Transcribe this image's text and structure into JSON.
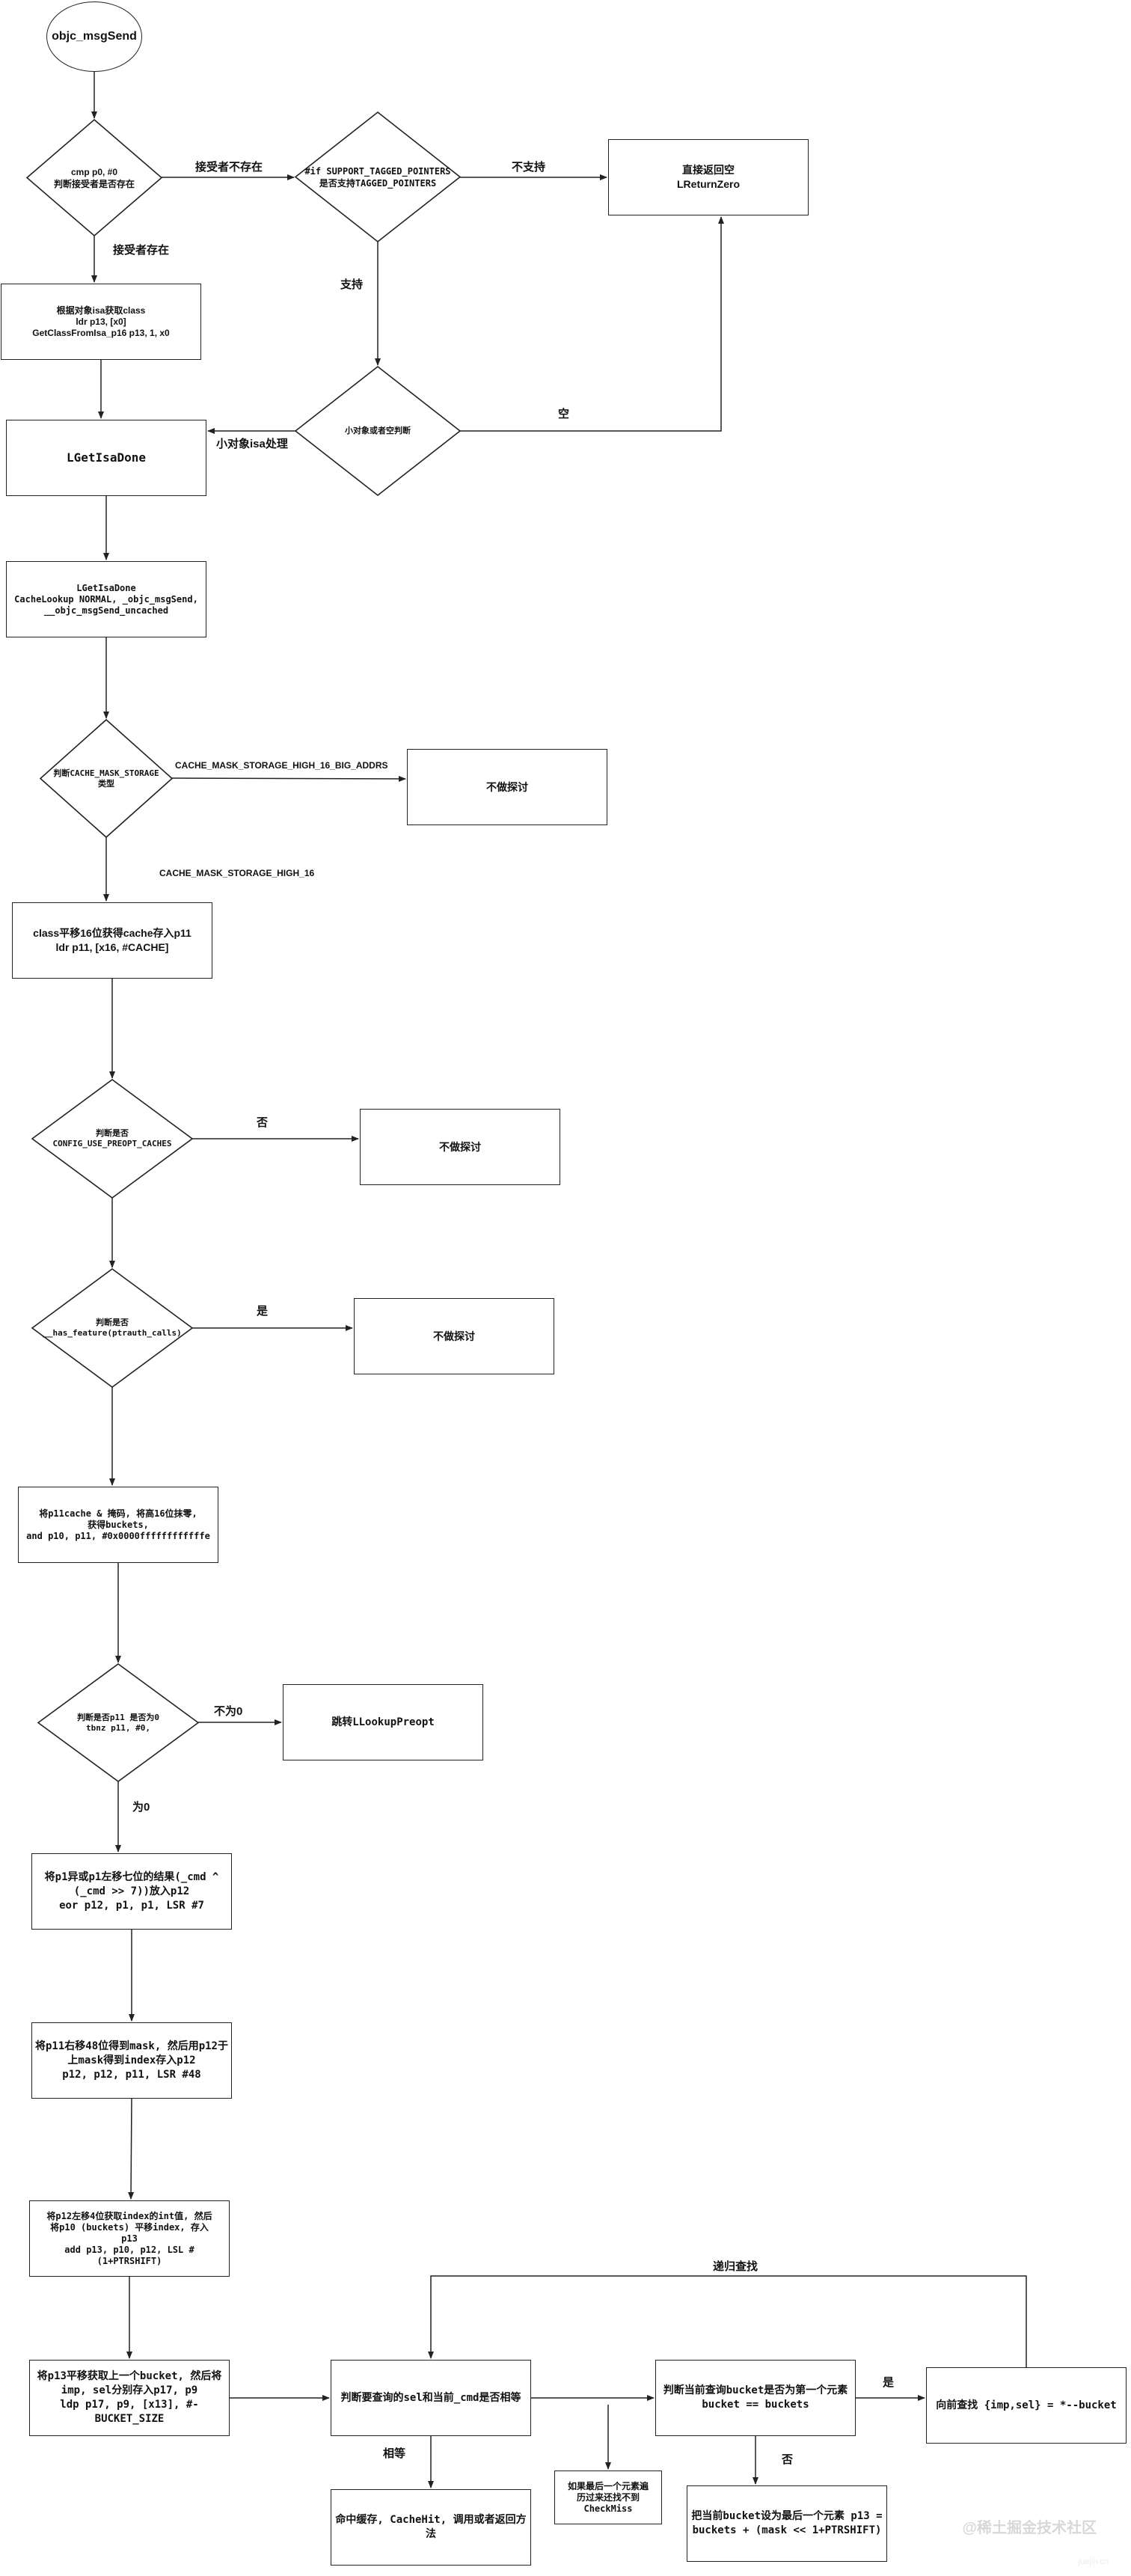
{
  "nodes": {
    "start": [
      "objc_msgSend"
    ],
    "d_receiver": [
      "cmp p0, #0",
      "判断接受者是否存在"
    ],
    "d_tagged": [
      "#if SUPPORT_TAGGED_POINTERS",
      "是否支持TAGGED_POINTERS"
    ],
    "ret_zero": [
      "直接返回空",
      "LReturnZero"
    ],
    "get_class": [
      "根据对象isa获取class",
      "ldr p13, [x0]",
      "GetClassFromIsa_p16 p13, 1, x0"
    ],
    "d_small": [
      "小对象或者空判断"
    ],
    "isa_done1": [
      "LGetIsaDone"
    ],
    "isa_done2": [
      "LGetIsaDone",
      "CacheLookup NORMAL, _objc_msgSend,",
      "__objc_msgSend_uncached"
    ],
    "d_mask": [
      "判断CACHE_MASK_STORAGE",
      "类型"
    ],
    "no_explore1": [
      "不做探讨"
    ],
    "class_shift": [
      "class平移16位获得cache存入p11",
      "ldr p11, [x16, #CACHE]"
    ],
    "d_preopt": [
      "判断是否",
      "CONFIG_USE_PREOPT_CACHES"
    ],
    "no_explore2": [
      "不做探讨"
    ],
    "d_ptrauth": [
      "判断是否",
      "__has_feature(ptrauth_calls)"
    ],
    "no_explore3": [
      "不做探讨"
    ],
    "buckets": [
      "将p11cache & 掩码, 将高16位抹零,",
      "获得buckets,",
      "and p10, p11, #0x0000ffffffffffffe"
    ],
    "d_p11zero": [
      "判断是否p11 是否为0",
      "tbnz p11, #0,"
    ],
    "lookup_preopt": [
      "跳转LLookupPreopt"
    ],
    "p12_sel": [
      "将p1异或p1左移七位的结果(_cmd ^",
      "(_cmd >> 7))放入p12",
      "eor p12, p1, p1, LSR #7"
    ],
    "p12_mask": [
      "将p11右移48位得到mask, 然后用p12于",
      "上mask得到index存入p12",
      "p12, p12, p11, LSR #48"
    ],
    "p13_index": [
      "将p12左移4位获取index的int值, 然后",
      "将p10 (buckets) 平移index, 存入",
      "p13",
      "add p13, p10, p12, LSL #",
      "(1+PTRSHIFT)"
    ],
    "ldp": [
      "将p13平移获取上一个bucket, 然后将",
      "imp, sel分别存入p17, p9",
      "ldp p17, p9, [x13], #-",
      "BUCKET_SIZE"
    ],
    "cmp_sel": [
      "判断要查询的sel和当前_cmd是否相等"
    ],
    "cache_hit": [
      "命中缓存, CacheHit, 调用或者返回方",
      "法"
    ],
    "first_bucket": [
      "判断当前查询bucket是否为第一个元素",
      "bucket == buckets"
    ],
    "checkmiss": [
      "如果最后一个元素遍",
      "历过来还找不到",
      "CheckMiss"
    ],
    "last_bucket": [
      "把当前bucket设为最后一个元素 p13 =",
      "buckets + (mask << 1+PTRSHIFT)"
    ],
    "forward": [
      "向前查找 {imp,sel} = *--bucket"
    ]
  },
  "edge_labels": {
    "receiver_missing": "接受者不存在",
    "receiver_exists": "接受者存在",
    "not_supported": "不支持",
    "supported": "支持",
    "empty": "空",
    "small_object": "小对象isa处理",
    "high16_big_addrs": "CACHE_MASK_STORAGE_HIGH_16_BIG_ADDRS",
    "high16": "CACHE_MASK_STORAGE_HIGH_16",
    "no": "否",
    "yes_ptrauth": "是",
    "not_zero": "不为0",
    "is_zero": "为0",
    "equal": "相等",
    "recursive": "递归查找",
    "yes_first": "是",
    "no_first": "否"
  },
  "watermark": "@稀土掘金技术社区",
  "watermark_sub": "juejin.cn"
}
